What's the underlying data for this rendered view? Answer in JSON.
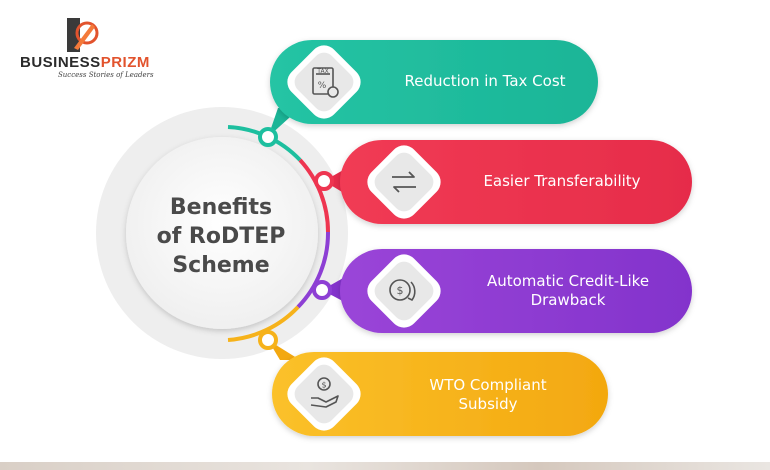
{
  "logo": {
    "brand_main": "BUSINESS",
    "brand_accent": "PRIZM",
    "tagline": "Success Stories of Leaders"
  },
  "center": {
    "title_lines": [
      "Benefits",
      "of RoDTEP",
      "Scheme"
    ]
  },
  "benefits": [
    {
      "lines": [
        "Reduction in Tax Cost"
      ],
      "color": "#1dbf9f",
      "icon": "tax-document-icon"
    },
    {
      "lines": [
        "Easier Transferability"
      ],
      "color": "#ee3550",
      "icon": "transfer-arrows-icon"
    },
    {
      "lines": [
        "Automatic Credit-Like",
        "Drawback"
      ],
      "color": "#8d3fd4",
      "icon": "dollar-refund-icon"
    },
    {
      "lines": [
        "WTO Compliant",
        "Subsidy"
      ],
      "color": "#f6b21a",
      "icon": "hand-dollar-icon"
    }
  ]
}
